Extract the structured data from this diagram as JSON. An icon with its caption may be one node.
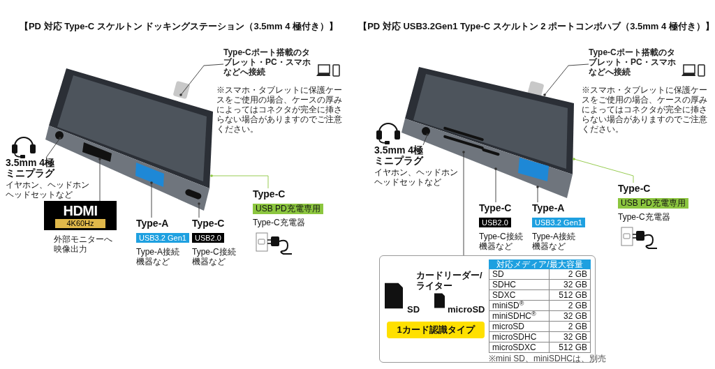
{
  "diagram": {
    "nodes": [
      {
        "text": [
          "Type-Cポート搭載のタブレット・PC・スマホなどへ接続"
        ],
        "beside": [
          "※スマホ・タブレットに保護ケースをご使用の場合、ケースの厚みによってはコネクタが完全に挿さらない場合がありますのでご注意ください。"
        ]
      },
      {
        "text": [
          "3.5mm 4極ミニプラグ",
          "イヤホン、ヘッドホンヘッドセットなど"
        ]
      },
      {
        "text": [
          "HDMI",
          "4K60Hz"
        ],
        "beside": [
          "外部モニターへ映像出力"
        ]
      },
      {
        "text": [
          "Type-A",
          "USB3.2 Gen1",
          "Type-A接続機器など"
        ]
      },
      {
        "text": [
          "Type-C",
          "USB2.0",
          "Type-C接続機器など"
        ]
      },
      {
        "text": [
          "Type-C",
          "USB PD充電専用",
          "Type-C充電器"
        ]
      },
      {
        "text": [
          "Type-Cポート搭載のタブレット・PC・スマホなどへ接続"
        ],
        "beside": [
          "※スマホ・タブレットに保護ケースをご使用の場合、ケースの厚みによってはコネクタが完全に挿さらない場合がありますのでご注意ください。"
        ]
      },
      {
        "text": [
          "3.5mm 4極ミニプラグ",
          "イヤホン、ヘッドホンヘッドセットなど"
        ]
      },
      {
        "text": [
          "Type-C",
          "USB2.0",
          "Type-C接続機器など"
        ]
      },
      {
        "text": [
          "Type-A",
          "USB3.2 Gen1",
          "Type-A接続機器など"
        ]
      },
      {
        "text": [
          "Type-C",
          "USB PD充電専用",
          "Type-C充電器"
        ]
      },
      {
        "text": [
          "カードリーダー/ライター"
        ]
      },
      {
        "text": [
          "1カード認識タイプ"
        ],
        "in": 11
      },
      {
        "text": [],
        "shape": "picture"
      },
      {
        "text": [],
        "shape": "picture"
      }
    ],
    "edges": [
      {
        "from": 0,
        "to": 13,
        "arrow": "other"
      },
      {
        "from": 1,
        "to": 13,
        "arrow": "other"
      },
      {
        "from": 2,
        "to": 13,
        "arrow": "other"
      },
      {
        "from": 3,
        "to": 13,
        "arrow": "other"
      },
      {
        "from": 4,
        "to": 13,
        "arrow": "other"
      },
      {
        "from": 5,
        "to": 13,
        "arrow": "other",
        "color": "#8cc63f"
      },
      {
        "from": 6,
        "to": 14,
        "arrow": "other"
      },
      {
        "from": 7,
        "to": 14,
        "arrow": "other"
      },
      {
        "from": 8,
        "to": 14,
        "arrow": "other"
      },
      {
        "from": 9,
        "to": 14,
        "arrow": "other"
      },
      {
        "from": 10,
        "to": 14,
        "arrow": "other",
        "color": "#8cc63f"
      },
      {
        "from": 11,
        "to": 14,
        "arrow": "other"
      }
    ],
    "labels": [
      "【PD 対応 Type-C スケルトン ドッキングステーション（3.5mm 4 極付き）】",
      "【PD 対応 USB3.2Gen1 Type-C スケルトン 2 ポートコンボハブ（3.5mm 4 極付き）】",
      "SD",
      "microSD",
      "対応メディア/最大容量",
      "SD",
      "2 GB",
      "SDHC",
      "32 GB",
      "SDXC",
      "512 GB",
      "miniSD$^{®}$",
      "2 GB",
      "miniSDHC$^{®}$",
      "32 GB",
      "microSD",
      "2 GB",
      "microSDHC",
      "32 GB",
      "microSDXC",
      "512 GB",
      "※mini SD、miniSDHCは、別売"
    ]
  }
}
